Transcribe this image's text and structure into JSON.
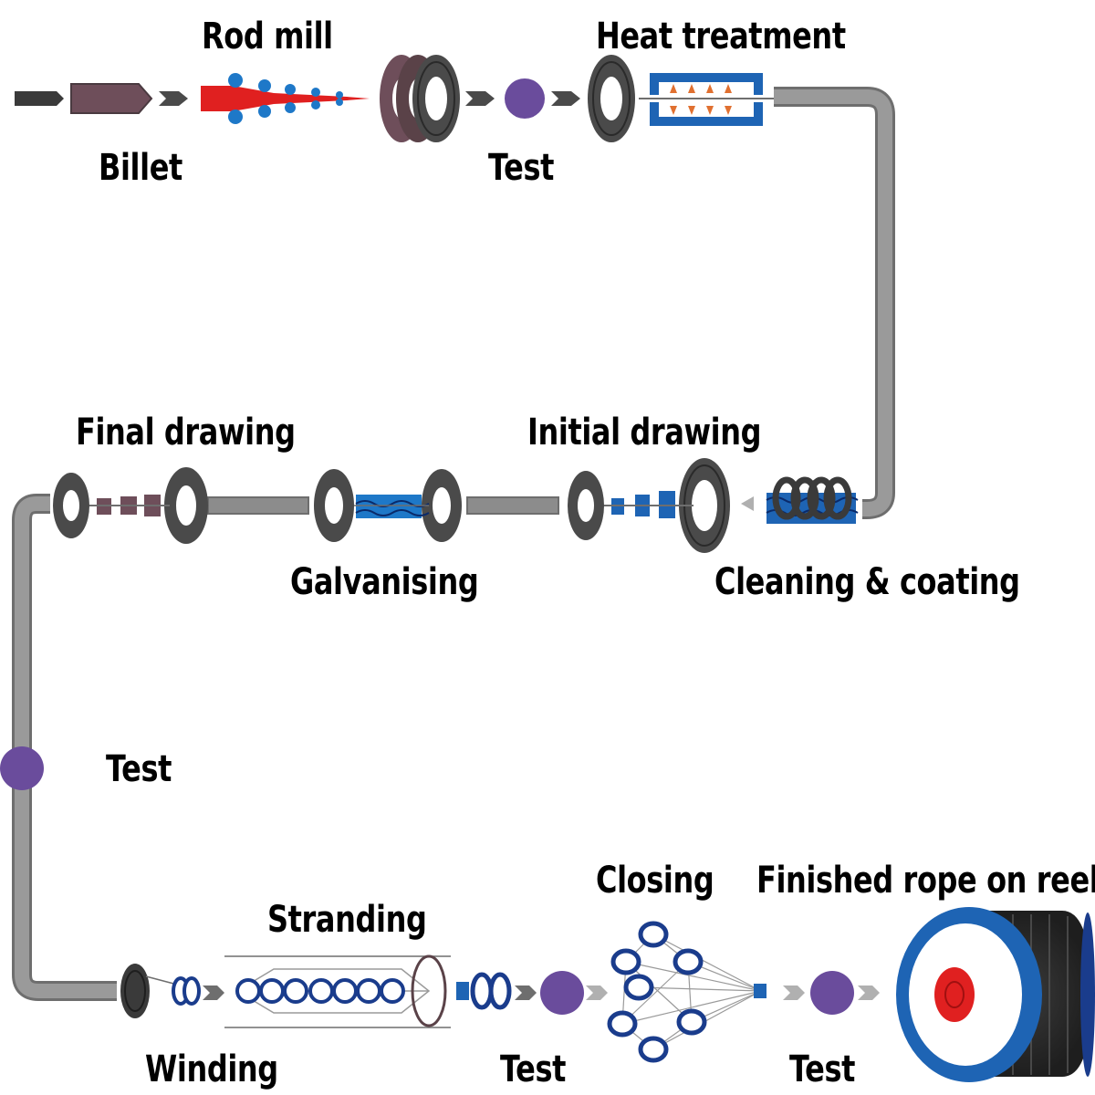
{
  "colors": {
    "pipe": "#8c8c8c",
    "pipe_dark": "#6e6e6e",
    "coil": "#4a4a4a",
    "test_dot": "#6a4c9c",
    "blue": "#1e64b4",
    "dark_blue": "#1a3c8c",
    "red": "#e02020",
    "billet": "#6e4e5a"
  },
  "labels": {
    "rod_mill": "Rod mill",
    "heat_treatment": "Heat treatment",
    "billet": "Billet",
    "test_1": "Test",
    "final_drawing": "Final drawing",
    "initial_drawing": "Initial drawing",
    "galvanising": "Galvanising",
    "cleaning_coating": "Cleaning & coating",
    "test_2": "Test",
    "stranding": "Stranding",
    "closing": "Closing",
    "finished_rope": "Finished rope on reel",
    "winding": "Winding",
    "test_3": "Test",
    "test_4": "Test"
  },
  "icons": [
    "billet-icon",
    "rod-mill-icon",
    "coil-icon",
    "test-dot-icon",
    "furnace-icon",
    "coating-bath-icon",
    "drawing-die-icon",
    "galvanising-bath-icon",
    "stranding-machine-icon",
    "closing-machine-icon",
    "reel-icon"
  ]
}
